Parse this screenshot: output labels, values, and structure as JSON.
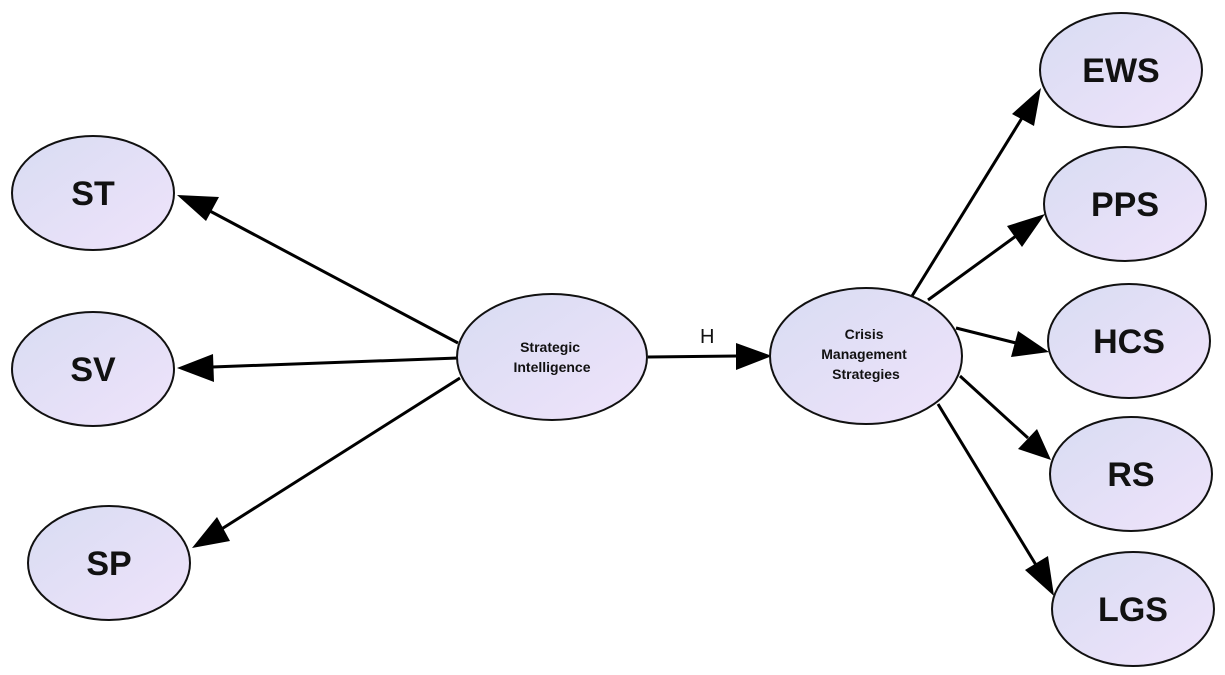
{
  "colors": {
    "node_fill_light": "#d8dcf2",
    "node_fill_dark": "#efe3fb",
    "stroke": "#111111",
    "arrow": "#000000"
  },
  "nodes": {
    "st": "ST",
    "sv": "SV",
    "sp": "SP",
    "si": [
      "Strategic",
      "Intelligence"
    ],
    "cms": [
      "Crisis",
      "Management",
      "Strategies"
    ],
    "ews": "EWS",
    "pps": "PPS",
    "hcs": "HCS",
    "rs": "RS",
    "lgs": "LGS"
  },
  "edges": [
    {
      "from": "si",
      "to": "st",
      "label": ""
    },
    {
      "from": "si",
      "to": "sv",
      "label": ""
    },
    {
      "from": "si",
      "to": "sp",
      "label": ""
    },
    {
      "from": "si",
      "to": "cms",
      "label": "H"
    },
    {
      "from": "cms",
      "to": "ews",
      "label": ""
    },
    {
      "from": "cms",
      "to": "pps",
      "label": ""
    },
    {
      "from": "cms",
      "to": "hcs",
      "label": ""
    },
    {
      "from": "cms",
      "to": "rs",
      "label": ""
    },
    {
      "from": "cms",
      "to": "lgs",
      "label": ""
    }
  ]
}
